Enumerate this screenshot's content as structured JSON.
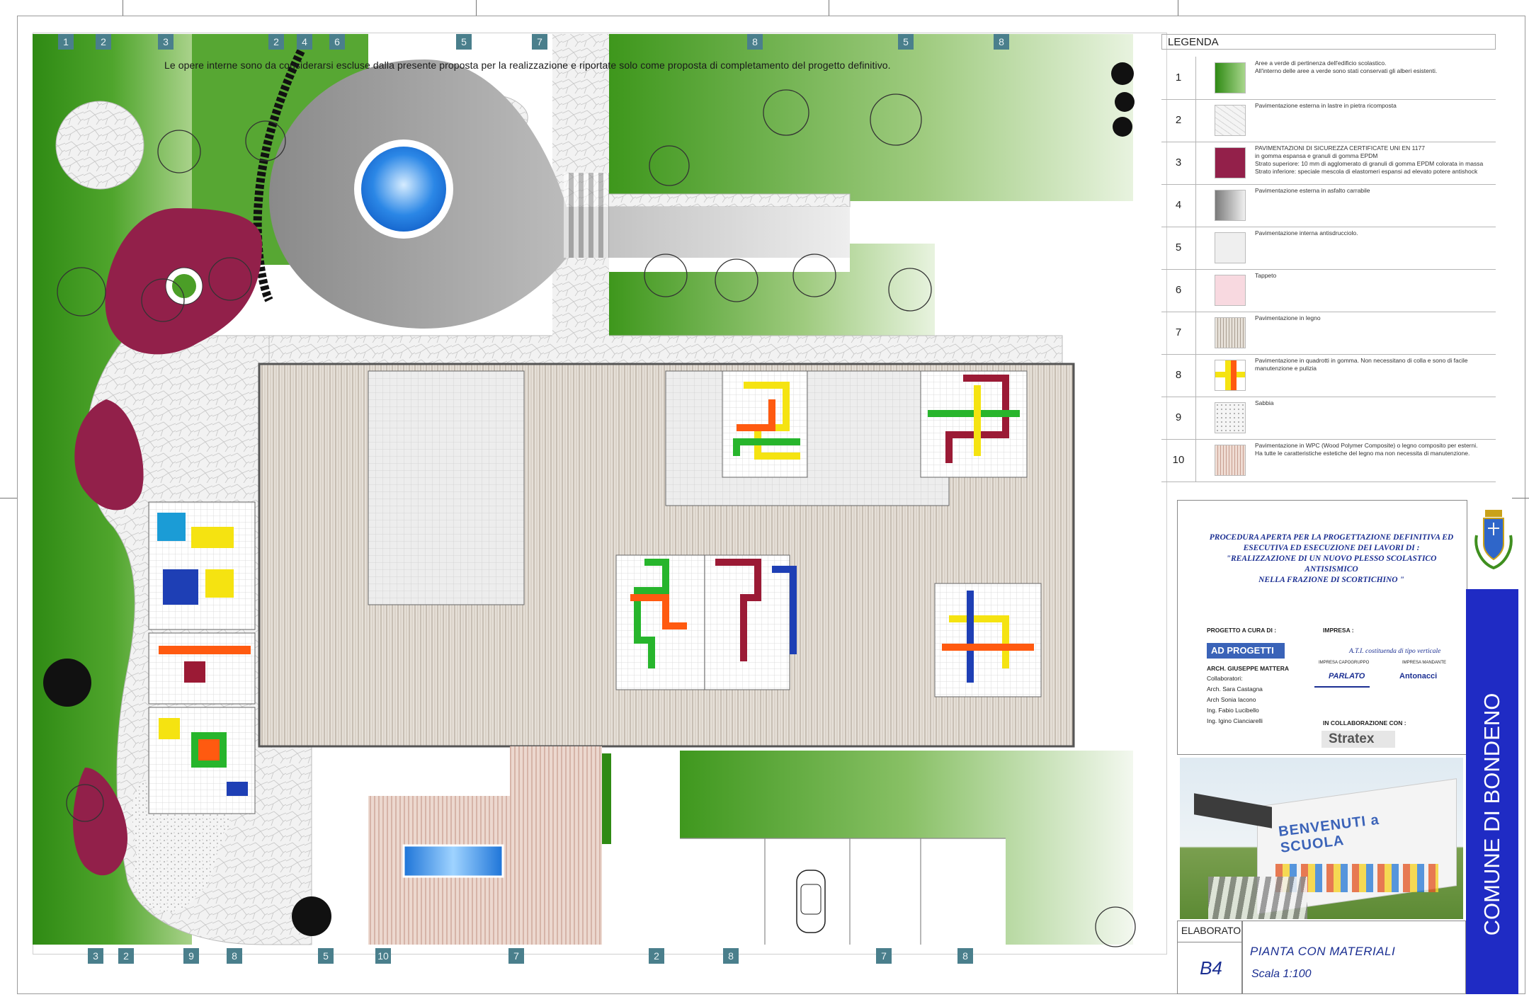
{
  "note": "Le opere interne sono da considerarsi escluse dalla presente proposta per la realizzazione e riportate solo come proposta di completamento del progetto definitivo.",
  "section_markers_top": [
    "1",
    "2",
    "3",
    "2",
    "4",
    "6",
    "5",
    "7",
    "8",
    "5",
    "8"
  ],
  "section_markers_bottom": [
    "3",
    "2",
    "9",
    "8",
    "5",
    "10",
    "7",
    "2",
    "8",
    "7",
    "8"
  ],
  "legend": {
    "title": "LEGENDA",
    "items": [
      {
        "num": "1",
        "text": "Aree a verde di pertinenza dell'edificio scolastico.\nAll'interno delle aree a verde sono stati conservati gli alberi esistenti.",
        "swatch": "grass"
      },
      {
        "num": "2",
        "text": "Pavimentazione esterna in lastre in pietra ricomposta",
        "swatch": "stone"
      },
      {
        "num": "3",
        "text": "PAVIMENTAZIONI DI SICUREZZA CERTIFICATE UNI EN 1177\nin gomma espansa e granuli di gomma EPDM\nStrato superiore: 10 mm di agglomerato di granuli di gomma EPDM colorata in massa\nStrato inferiore: speciale mescola di elastomeri espansi ad elevato potere antishock",
        "swatch": "epdm"
      },
      {
        "num": "4",
        "text": "Pavimentazione esterna in asfalto carrabile",
        "swatch": "asphalt"
      },
      {
        "num": "5",
        "text": "Pavimentazione interna antisdrucciolo.",
        "swatch": "tile"
      },
      {
        "num": "6",
        "text": "Tappeto",
        "swatch": "carpet"
      },
      {
        "num": "7",
        "text": "Pavimentazione in legno",
        "swatch": "wood"
      },
      {
        "num": "8",
        "text": "Pavimentazione in quadrotti in gomma. Non necessitano di colla e sono di facile\nmanutenzione e pulizia",
        "swatch": "rubber"
      },
      {
        "num": "9",
        "text": "Sabbia",
        "swatch": "sand"
      },
      {
        "num": "10",
        "text": "Pavimentazione in WPC (Wood Polymer Composite) o legno composito per esterni.\nHa tutte le caratteristiche estetiche del legno ma non necessita di manutenzione.",
        "swatch": "wpc"
      }
    ]
  },
  "title_block": {
    "heading": "PROCEDURA APERTA PER LA PROGETTAZIONE DEFINITIVA ED\nESECUTIVA ED ESECUZIONE DEI LAVORI DI :\n\"REALIZZAZIONE DI UN NUOVO PLESSO SCOLASTICO\nANTISISMICO\nNELLA FRAZIONE DI SCORTICHINO \"",
    "progetto_label": "PROGETTO A CURA DI :",
    "impresa_label": "IMPRESA :",
    "firm_logo": "AD PROGETTI",
    "architect": "ARCH. GIUSEPPE MATTERA",
    "collaborators_label": "Collaboratori:",
    "collaborators": [
      "Arch. Sara Castagna",
      "Arch Sonia Iacono",
      "Ing. Fabio Lucibello",
      "Ing. Igino Cianciarelli"
    ],
    "ati": "A.T.I. costituenda di tipo verticale",
    "capogruppo_label": "IMPRESA CAPOGRUPPO",
    "mandante_label": "IMPRESA MANDANTE",
    "company_a": "PARLATO",
    "company_b": "Antonacci",
    "collab_label": "IN COLLABORAZIONE CON :",
    "collab_company": "Stratex",
    "render_sign": "BENVENUTI a SCUOLA"
  },
  "municipality": "COMUNE DI BONDENO",
  "elaborato": {
    "label": "ELABORATO",
    "code": "B4"
  },
  "drawing": {
    "title": "PIANTA CON MATERIALI",
    "scale": "Scala 1:100"
  },
  "colors": {
    "grass": "#3f8f1f",
    "epdm": "#93204a",
    "wood": "#cbc0b2",
    "band": "#1f2bc4",
    "marker": "#4a7f8c",
    "rubber": [
      "#f5e311",
      "#e8a011",
      "#ff5a10",
      "#27b52c",
      "#1e3fb5",
      "#9b1a35",
      "#1b9cd6",
      "#f0f0f0"
    ]
  }
}
